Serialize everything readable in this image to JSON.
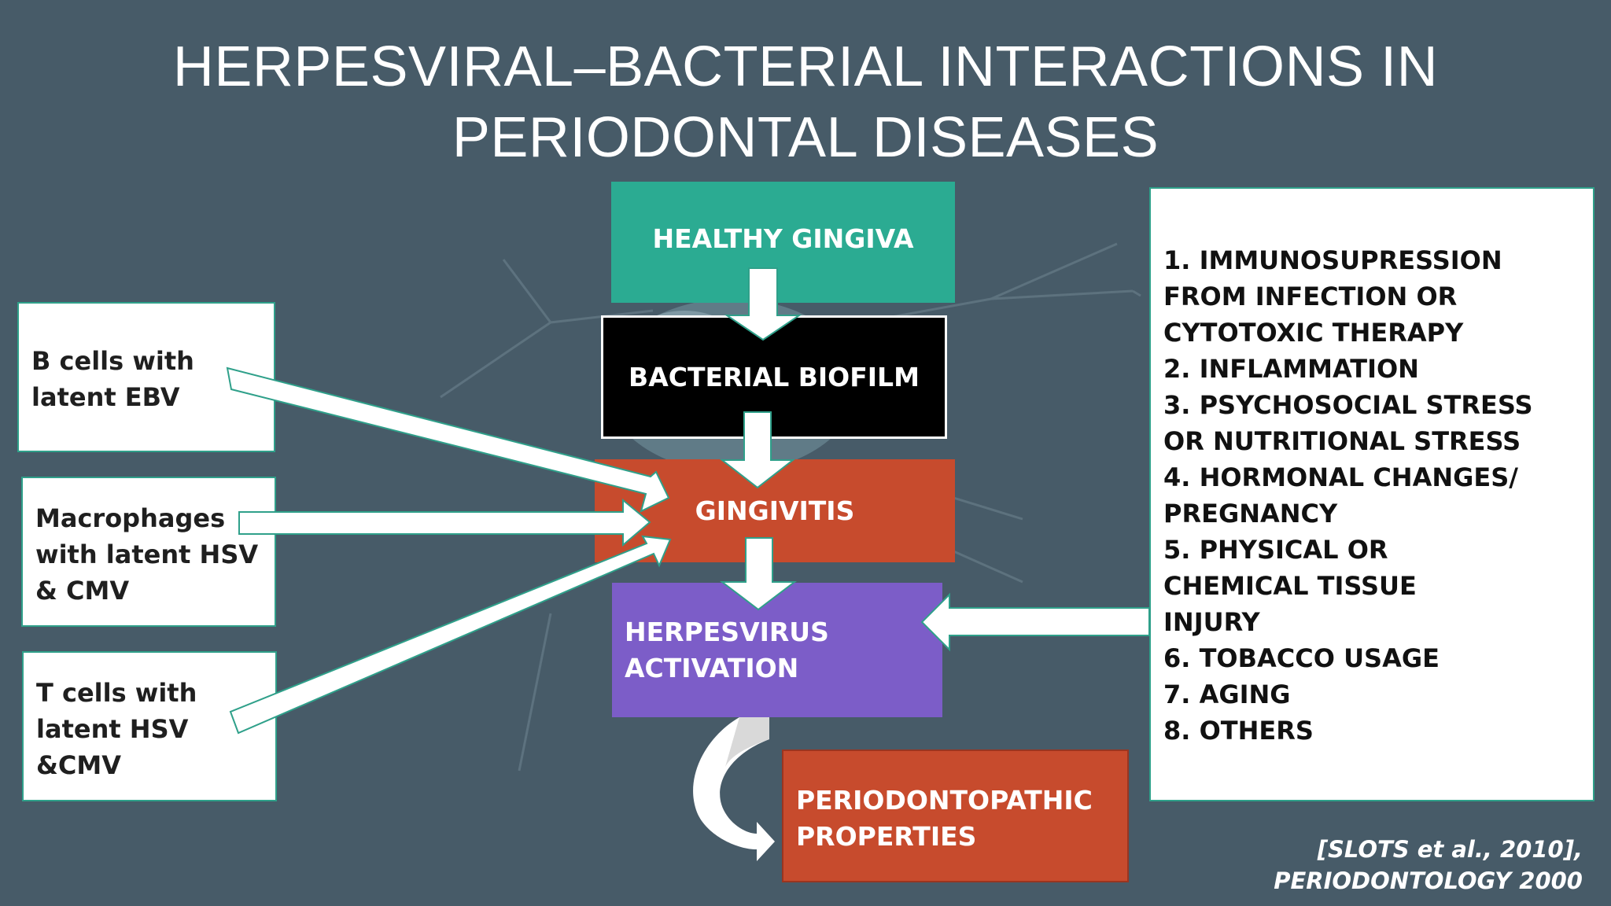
{
  "title": {
    "line1": "HERPESVIRAL–BACTERIAL INTERACTIONS IN",
    "line2": "PERIODONTAL DISEASES"
  },
  "flow": {
    "healthy": "HEALTHY GINGIVA",
    "biofilm": "BACTERIAL BIOFILM",
    "gingivitis": "GINGIVITIS",
    "herpes": [
      "HERPESVIRUS",
      "ACTIVATION"
    ],
    "perio": [
      "PERIODONTOPATHIC",
      "PROPERTIES"
    ]
  },
  "colors": {
    "background": "#475b68",
    "healthy": "#2bab92",
    "biofilm": "#000000",
    "gingivitis": "#c74b2d",
    "herpes": "#7c5dc8",
    "perio": "#c74b2d"
  },
  "cells": {
    "b_cells": [
      "B cells with",
      "latent EBV"
    ],
    "macrophages": [
      "Macrophages",
      "with latent HSV",
      "& CMV"
    ],
    "t_cells": [
      "T cells with",
      "latent HSV",
      "&CMV"
    ]
  },
  "factors": [
    "1. IMMUNOSUPRESSION",
    "FROM INFECTION OR",
    "CYTOTOXIC THERAPY",
    "2. INFLAMMATION",
    "3. PSYCHOSOCIAL STRESS",
    "OR NUTRITIONAL STRESS",
    "4. HORMONAL CHANGES/",
    "PREGNANCY",
    "5. PHYSICAL OR",
    "CHEMICAL TISSUE",
    "INJURY",
    "6. TOBACCO USAGE",
    "7. AGING",
    "8. OTHERS"
  ],
  "citation": [
    "[SLOTS et al., 2010],",
    "PERIODONTOLOGY 2000"
  ]
}
